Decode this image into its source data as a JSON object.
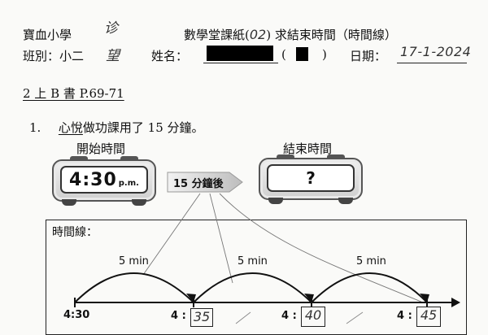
{
  "header": {
    "school": "寶血小學",
    "class_label": "班別：小二",
    "class_handwritten": "望",
    "class_mark": "诊",
    "worksheet_title": "數學堂課紙(",
    "worksheet_number": "02",
    "worksheet_title_end": ")  求結束時間（時間線）",
    "name_label": "姓名：",
    "paren_open": "(",
    "paren_close": ")",
    "date_label": "日期：",
    "date_value": "17-1-2024"
  },
  "book_ref": "2 上 B 書 P.69-71",
  "question": {
    "number": "1.",
    "subject": "心悅",
    "text_rest": "做功課用了 15 分鐘。",
    "start_label": "開始時間",
    "end_label": "結束時間",
    "start_time": "4:30",
    "start_suffix": "p.m.",
    "arrow_label": "15 分鐘後",
    "end_time": "?"
  },
  "timeline": {
    "title": "時間線：",
    "start_tick": "4:30",
    "interval_label": "5 min",
    "tick_prefix": "4 :",
    "answers": [
      "35",
      "40",
      "45"
    ]
  }
}
